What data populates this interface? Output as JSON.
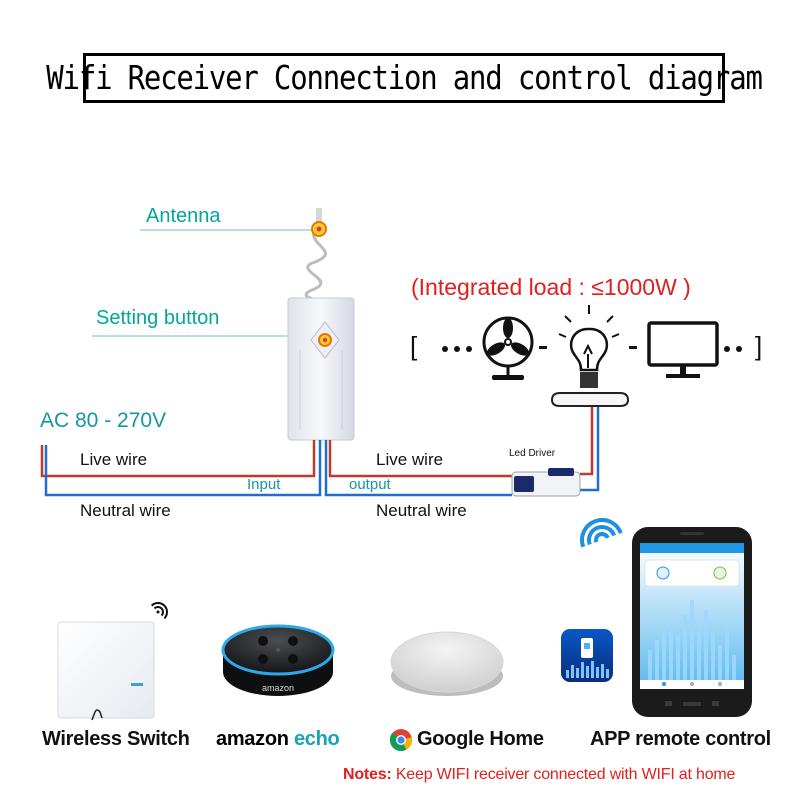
{
  "title": "Wifi Receiver Connection and control diagram",
  "labels": {
    "antenna": "Antenna",
    "setting_button": "Setting button",
    "ac_range": "AC 80 - 270V",
    "live_wire_input": "Live wire",
    "neutral_wire_input": "Neutral wire",
    "input": "Input",
    "live_wire_output": "Live wire",
    "neutral_wire_output": "Neutral wire",
    "output": "output",
    "led_driver": "Led Driver",
    "load": "(Integrated load : ≤1000W )",
    "load_bracket_open": "[",
    "load_bracket_close": "]"
  },
  "devices": {
    "wireless_switch": "Wireless Switch",
    "amazon_word": "amazon",
    "echo_word": "echo",
    "echo_brand_print": "amazon",
    "google_home": "Google Home",
    "app_remote": "APP remote control"
  },
  "notes": {
    "label": "Notes:",
    "text": " Keep WIFI receiver connected with WIFI at home"
  },
  "icons": {
    "fan": "fan-icon",
    "bulb": "light-bulb-icon",
    "monitor": "monitor-icon",
    "wifi": "wifi-signal-icon",
    "chrome": "google-chrome-logo-icon",
    "hand": "hand-pointer-icon"
  },
  "colors": {
    "live_wire": "#c0392b",
    "neutral_wire": "#1f6fd1",
    "label_teal": "#00a79a",
    "notes_red": "#e02020"
  }
}
